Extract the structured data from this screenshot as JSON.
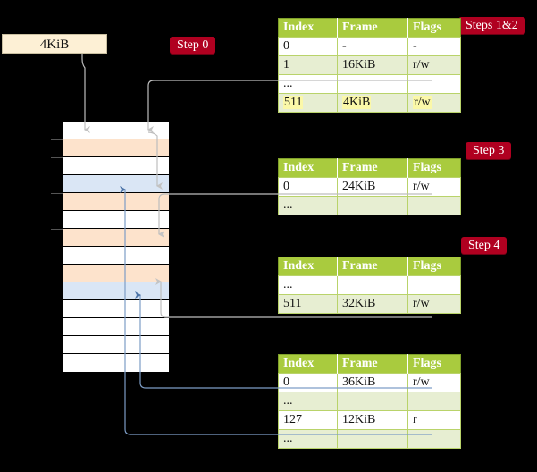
{
  "source": {
    "label": "4KiB"
  },
  "badges": {
    "step0": "Step 0",
    "steps12": "Steps 1&2",
    "step3": "Step 3",
    "step4": "Step 4"
  },
  "colors": {
    "table_header": "#a9cb3e",
    "table_alt_row": "#e7eed2",
    "highlight": "#fbf8a8",
    "badge": "#b00020",
    "source_box": "#fdf0d5",
    "memory_orange": "#fde3cc",
    "memory_blue": "#dae6f5",
    "wire_gray": "#b9b9b9",
    "wire_blue": "#5f86bb",
    "background": "#000000"
  },
  "tables": {
    "columns": [
      "Index",
      "Frame",
      "Flags"
    ],
    "level0": {
      "name": "pml4-table",
      "rows": [
        {
          "index": "0",
          "frame": "-",
          "flags": "-",
          "style": "plain",
          "highlight": false
        },
        {
          "index": "1",
          "frame": "16KiB",
          "flags": "r/w",
          "style": "alt",
          "highlight": false
        },
        {
          "index": "...",
          "frame": "",
          "flags": "",
          "style": "plain",
          "highlight": false
        },
        {
          "index": "511",
          "frame": "4KiB",
          "flags": "r/w",
          "style": "alt",
          "highlight": true
        }
      ]
    },
    "level1": {
      "name": "level3-table",
      "rows": [
        {
          "index": "0",
          "frame": "24KiB",
          "flags": "r/w",
          "style": "plain",
          "highlight": false
        },
        {
          "index": "...",
          "frame": "",
          "flags": "",
          "style": "alt",
          "highlight": false
        }
      ]
    },
    "level2": {
      "name": "level2-table",
      "rows": [
        {
          "index": "...",
          "frame": "",
          "flags": "",
          "style": "plain",
          "highlight": false
        },
        {
          "index": "511",
          "frame": "32KiB",
          "flags": "r/w",
          "style": "alt",
          "highlight": false
        }
      ]
    },
    "level3": {
      "name": "level1-table",
      "rows": [
        {
          "index": "0",
          "frame": "36KiB",
          "flags": "r/w",
          "style": "plain",
          "highlight": false
        },
        {
          "index": "...",
          "frame": "",
          "flags": "",
          "style": "alt",
          "highlight": false
        },
        {
          "index": "127",
          "frame": "12KiB",
          "flags": "r",
          "style": "plain",
          "highlight": false
        },
        {
          "index": "...",
          "frame": "",
          "flags": "",
          "style": "alt",
          "highlight": false
        }
      ]
    }
  },
  "memory": {
    "name": "physical-memory-column",
    "rows": [
      {
        "fill": "white",
        "tick": true
      },
      {
        "fill": "orange",
        "tick": true
      },
      {
        "fill": "white",
        "tick": true
      },
      {
        "fill": "blue",
        "tick": false
      },
      {
        "fill": "orange",
        "tick": true
      },
      {
        "fill": "white",
        "tick": false
      },
      {
        "fill": "orange",
        "tick": true
      },
      {
        "fill": "white",
        "tick": false
      },
      {
        "fill": "orange",
        "tick": true
      },
      {
        "fill": "blue",
        "tick": false
      },
      {
        "fill": "white",
        "tick": false
      },
      {
        "fill": "white",
        "tick": false
      },
      {
        "fill": "white",
        "tick": false
      },
      {
        "fill": "white",
        "tick": false
      }
    ]
  }
}
